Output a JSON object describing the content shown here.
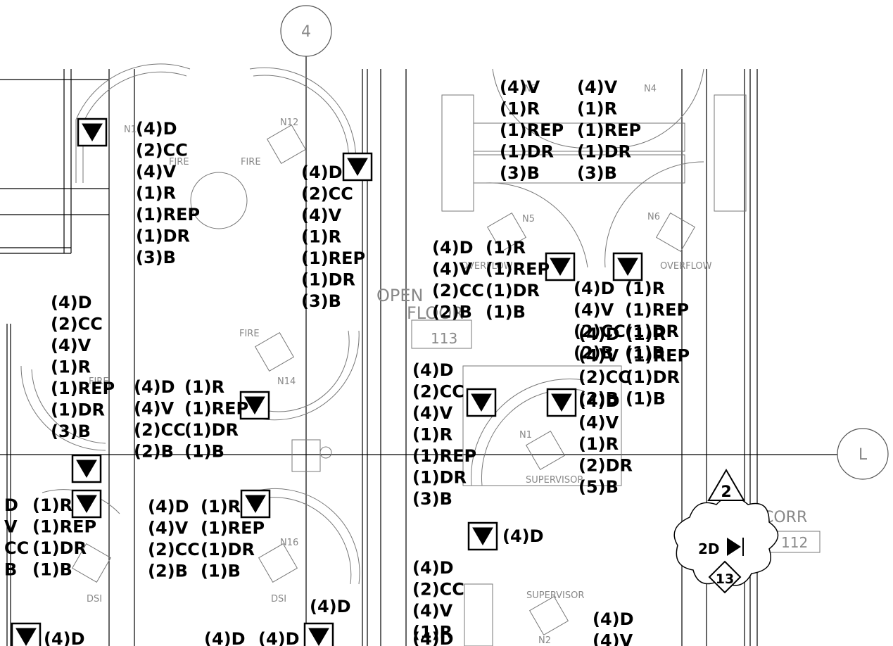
{
  "grid_bubbles": {
    "top": "4",
    "right": "L"
  },
  "revision": {
    "triangle": "2",
    "cloud_tag": "2D",
    "diamond": "13"
  },
  "rooms": {
    "open_floor_a": "OPEN",
    "open_floor_b": "FLOOR",
    "open_floor_num": "113",
    "corr": "CORR",
    "corr_num": "112"
  },
  "ws_labels": [
    "N1",
    "N3",
    "N4",
    "N5",
    "N6",
    "N12",
    "N14",
    "N16",
    "N1",
    "N2",
    "DSI",
    "DSI",
    "SUPERVISOR",
    "SUPERVISOR",
    "FIRE",
    "FIRE",
    "FIRE",
    "FIRE",
    "OVERFLOW",
    "OVERFLOW"
  ],
  "label_blocks": [
    {
      "lines": [
        "(4)D",
        "(2)CC",
        "(4)V",
        "(1)R",
        "(1)REP",
        "(1)DR",
        "(3)B"
      ]
    },
    {
      "lines": [
        "(4)D",
        "(2)CC",
        "(4)V",
        "(1)R",
        "(1)REP",
        "(1)DR",
        "(3)B"
      ]
    },
    {
      "lines": [
        "(4)D",
        "(2)CC",
        "(4)V",
        "(1)R",
        "(1)REP",
        "(1)DR",
        "(3)B"
      ]
    },
    {
      "lines": [
        "(4)V",
        "(1)R",
        "(1)REP",
        "(1)DR",
        "(3)B"
      ]
    },
    {
      "lines": [
        "(4)V",
        "(1)R",
        "(1)REP",
        "(1)DR",
        "(3)B"
      ]
    },
    {
      "lines": [
        "(4)D",
        "(4)V",
        "(2)CC",
        "(2)B"
      ]
    },
    {
      "lines": [
        "(1)R",
        "(1)REP",
        "(1)DR",
        "(1)B"
      ]
    },
    {
      "lines": [
        "(4)D",
        "(4)V",
        "(2)CC",
        "(2)B"
      ]
    },
    {
      "lines": [
        "(1)R",
        "(1)REP",
        "(1)DR",
        "(1)B"
      ]
    },
    {
      "lines": [
        "(4)D",
        "(4)V",
        "(2)CC",
        "(2)B"
      ]
    },
    {
      "lines": [
        "(1)R",
        "(1)REP",
        "(1)DR",
        "(1)B"
      ]
    },
    {
      "lines": [
        "(4)D",
        "(4)V",
        "(2)CC",
        "(2)B"
      ]
    },
    {
      "lines": [
        "(1)R",
        "(1)REP",
        "(1)DR",
        "(1)B"
      ]
    },
    {
      "lines": [
        "(4)D",
        "(4)V",
        "(2)CC",
        "(2)B"
      ]
    },
    {
      "lines": [
        "(1)R",
        "(1)REP",
        "(1)DR",
        "(1)B"
      ]
    },
    {
      "lines": [
        "(4)D",
        "(4)V",
        "(1)R",
        "(2)DR",
        "(5)B"
      ]
    },
    {
      "lines": [
        "(4)D",
        "(2)CC",
        "(4)V",
        "(1)R",
        "(1)REP",
        "(1)DR",
        "(3)B"
      ]
    },
    {
      "lines": [
        "D",
        "V",
        "CC",
        "B"
      ]
    },
    {
      "lines": [
        "(1)R",
        "(1)REP",
        "(1)DR",
        "(1)B"
      ]
    },
    {
      "lines": [
        "(4)D"
      ]
    },
    {
      "lines": [
        "(4)D",
        "(2)CC",
        "(4)V",
        "(1)R"
      ]
    },
    {
      "lines": [
        "(4)D"
      ]
    },
    {
      "lines": [
        "(4)D",
        "(4)V"
      ]
    },
    {
      "lines": [
        "(4)D"
      ]
    },
    {
      "lines": [
        "(4)D"
      ]
    },
    {
      "lines": [
        "(4)D"
      ]
    },
    {
      "lines": [
        "(4)D"
      ]
    }
  ]
}
